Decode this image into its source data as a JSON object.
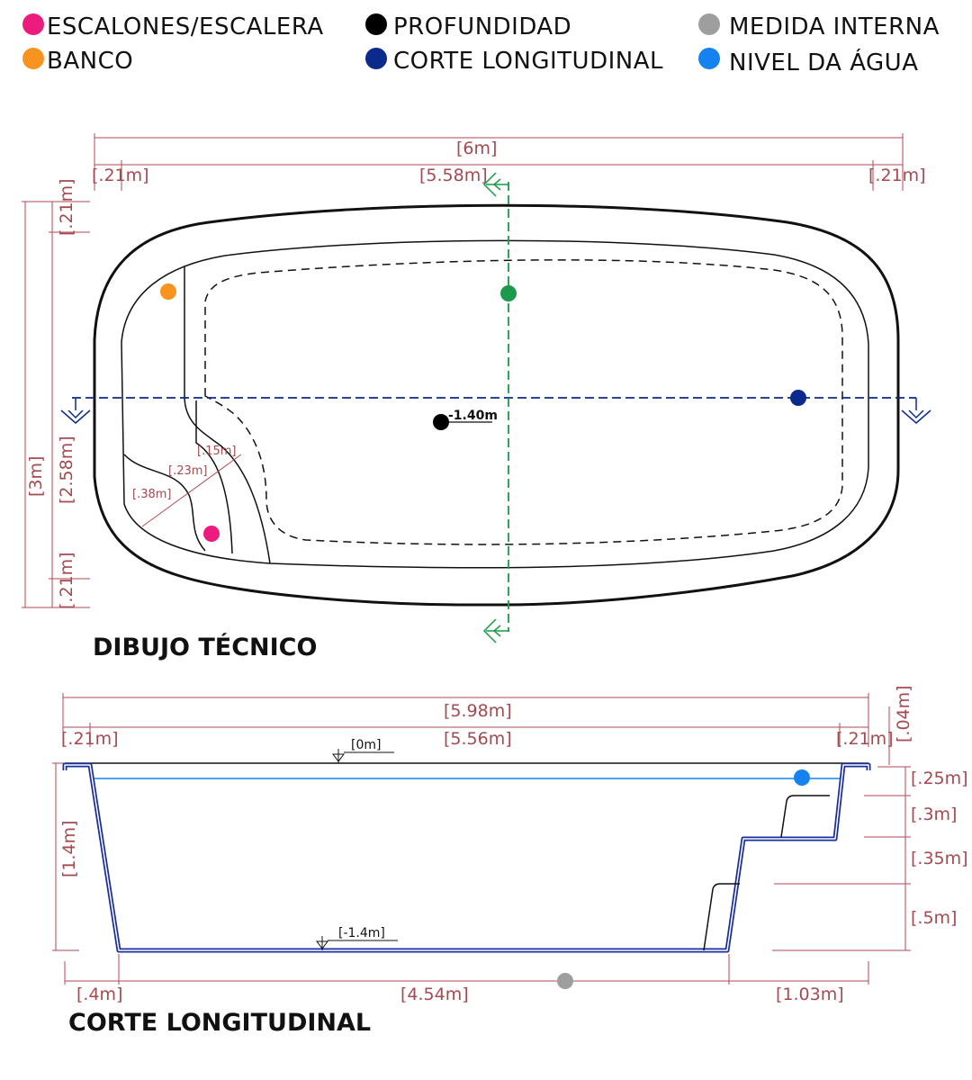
{
  "legend": [
    {
      "label": "ESCALONES/ESCALERA",
      "color": "#ec1c7e"
    },
    {
      "label": "BANCO",
      "color": "#f7931e"
    },
    {
      "label": "PROFUNDIDAD",
      "color": "#000000"
    },
    {
      "label": "CORTE LONGITUDINAL",
      "color": "#0a2a8c"
    },
    {
      "label": "MEDIDA INTERNA",
      "color": "#9e9e9e"
    },
    {
      "label": "NIVEL DA ÁGUA",
      "color": "#1582f0"
    }
  ],
  "colors": {
    "dimension": "#b04a55",
    "section_line": "#0a2a8c",
    "cross_section_line": "#1a9a4a",
    "water_line": "#1582f0",
    "pool_wall": "#1a2f9c"
  },
  "plan": {
    "title": "DIBUJO TÉCNICO",
    "dims": {
      "total_length": "[6m]",
      "internal_length": "[5.58m]",
      "border_left": "[.21m]",
      "border_right": "[.21m]",
      "total_width": "[3m]",
      "internal_width": "[2.58m]",
      "border_top": "[.21m]",
      "border_bottom": "[.21m]",
      "step_1": "[.15m]",
      "step_2": "[.23m]",
      "step_3": "[.38m]"
    },
    "depth_label": "-1.40m"
  },
  "section": {
    "title": "CORTE LONGITUDINAL",
    "dims": {
      "total_length": "[5.98m]",
      "internal_length": "[5.56m]",
      "border_left": "[.21m]",
      "border_right": "[.21m]",
      "lip": "[.04m]",
      "depth": "[1.4m]",
      "bottom_left": "[.4m]",
      "bottom_length": "[4.54m]",
      "bottom_right": "[1.03m]",
      "step_a": "[.25m]",
      "step_b": "[.3m]",
      "step_c": "[.35m]",
      "step_d": "[.5m]"
    },
    "level_top": "[0m]",
    "level_bottom": "[-1.4m]"
  }
}
